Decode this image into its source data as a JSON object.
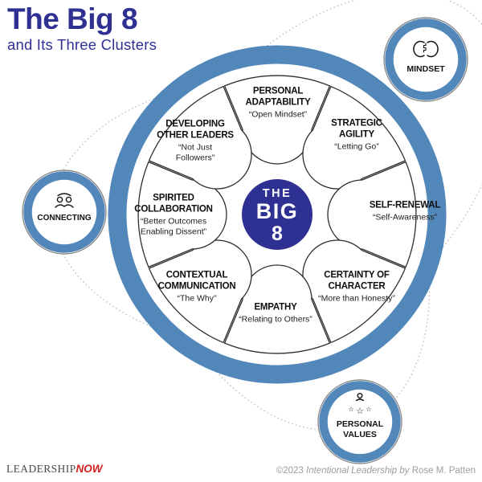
{
  "title": {
    "main": "The Big 8",
    "subtitle": "and Its Three Clusters"
  },
  "center_badge": {
    "line1": "THE",
    "line2": "BIG",
    "line3": "8"
  },
  "segments": [
    {
      "title_lines": [
        "PERSONAL",
        "ADAPTABILITY"
      ],
      "quote_lines": [
        "“Open Mindset”"
      ]
    },
    {
      "title_lines": [
        "STRATEGIC",
        "AGILITY"
      ],
      "quote_lines": [
        "“Letting Go”"
      ]
    },
    {
      "title_lines": [
        "SELF-RENEWAL"
      ],
      "quote_lines": [
        "“Self-Awareness”"
      ]
    },
    {
      "title_lines": [
        "CERTAINTY OF",
        "CHARACTER"
      ],
      "quote_lines": [
        "“More than Honesty”"
      ]
    },
    {
      "title_lines": [
        "EMPATHY"
      ],
      "quote_lines": [
        "“Relating to Others”"
      ]
    },
    {
      "title_lines": [
        "CONTEXTUAL",
        "COMMUNICATION"
      ],
      "quote_lines": [
        "“The Why”"
      ]
    },
    {
      "title_lines": [
        "SPIRITED",
        "COLLABORATION"
      ],
      "quote_lines": [
        "“Better Outcomes",
        "Enabling Dissent”"
      ]
    },
    {
      "title_lines": [
        "DEVELOPING",
        "OTHER LEADERS"
      ],
      "quote_lines": [
        "“Not Just",
        "Followers”"
      ]
    }
  ],
  "satellites": [
    {
      "id": "mindset",
      "label_lines": [
        "MINDSET"
      ],
      "icon": "mindset-heads-icon"
    },
    {
      "id": "connecting",
      "label_lines": [
        "CONNECTING"
      ],
      "icon": "connecting-people-icon"
    },
    {
      "id": "personal-values",
      "label_lines": [
        "PERSONAL",
        "VALUES"
      ],
      "icon": "personal-values-star-icon"
    }
  ],
  "icons": {
    "star_small": "☆",
    "star_large": "☆"
  },
  "footer": {
    "logo_leadership": "LEADERSHIP",
    "logo_now": "NOW",
    "copyright_prefix": "©2023 ",
    "copyright_work": "Intentional Leadership by ",
    "copyright_author": "Rose M. Patten"
  },
  "colors": {
    "accent_blue": "#5287ba",
    "navy": "#2e3192",
    "logo_red": "#d31e1e",
    "text_black": "#111111",
    "muted_gray": "#9c9c9c",
    "orbit_gray": "#b3b3b3"
  }
}
